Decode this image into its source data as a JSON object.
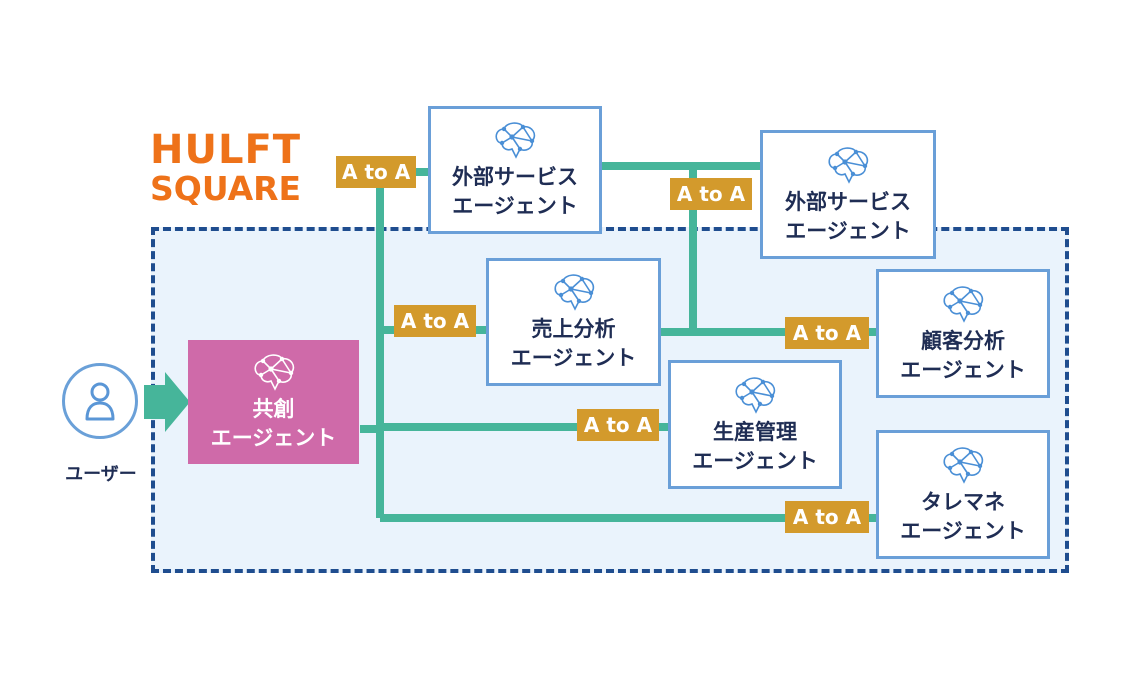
{
  "logo": {
    "line1": "HULFT",
    "line2": "SQUARE"
  },
  "user": {
    "label": "ユーザー"
  },
  "agents": {
    "core": "共創\nエージェント",
    "external1": "外部サービス\nエージェント",
    "external2": "外部サービス\nエージェント",
    "sales": "売上分析\nエージェント",
    "customer": "顧客分析\nエージェント",
    "production": "生産管理\nエージェント",
    "telemarketing": "タレマネ\nエージェント"
  },
  "protocol_label": "A to A",
  "colors": {
    "connector": "#46b59a",
    "badge": "#d39a2c",
    "core_agent": "#cf6aa9",
    "agent_border": "#6a9fd8",
    "platform_border": "#1f4d8f",
    "platform_fill": "#eaf3fc",
    "logo": "#ee7219"
  },
  "icons": {
    "user": "person-icon",
    "agent": "brain-network-icon"
  }
}
